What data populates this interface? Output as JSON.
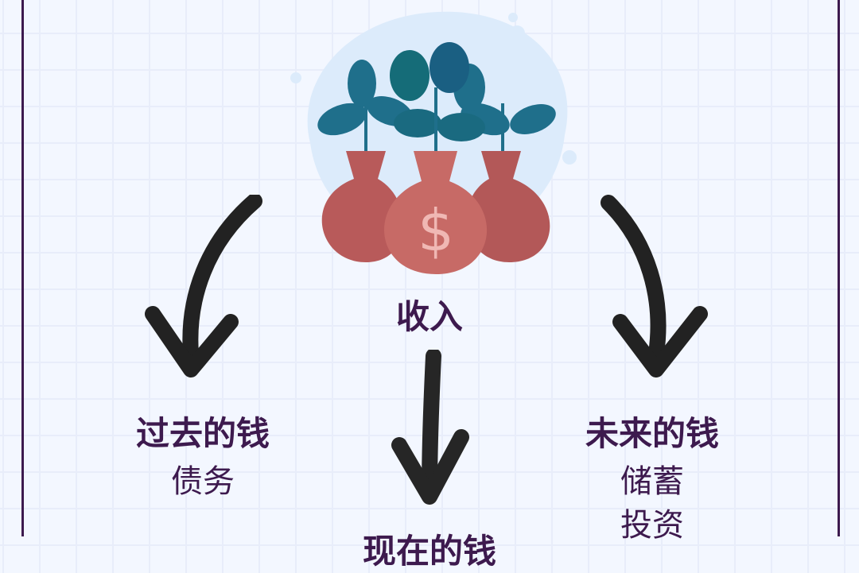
{
  "center": {
    "title": "收入",
    "icon": "money-bags-with-plants"
  },
  "left": {
    "title": "过去的钱",
    "items": [
      "债务"
    ]
  },
  "right": {
    "title": "未来的钱",
    "items": [
      "储蓄",
      "投资"
    ]
  },
  "bottom": {
    "title": "现在的钱"
  },
  "colors": {
    "text": "#3d1a4e",
    "arrow": "#222222",
    "bag": "#b85a5a",
    "leaf": "#1f6f8b"
  }
}
